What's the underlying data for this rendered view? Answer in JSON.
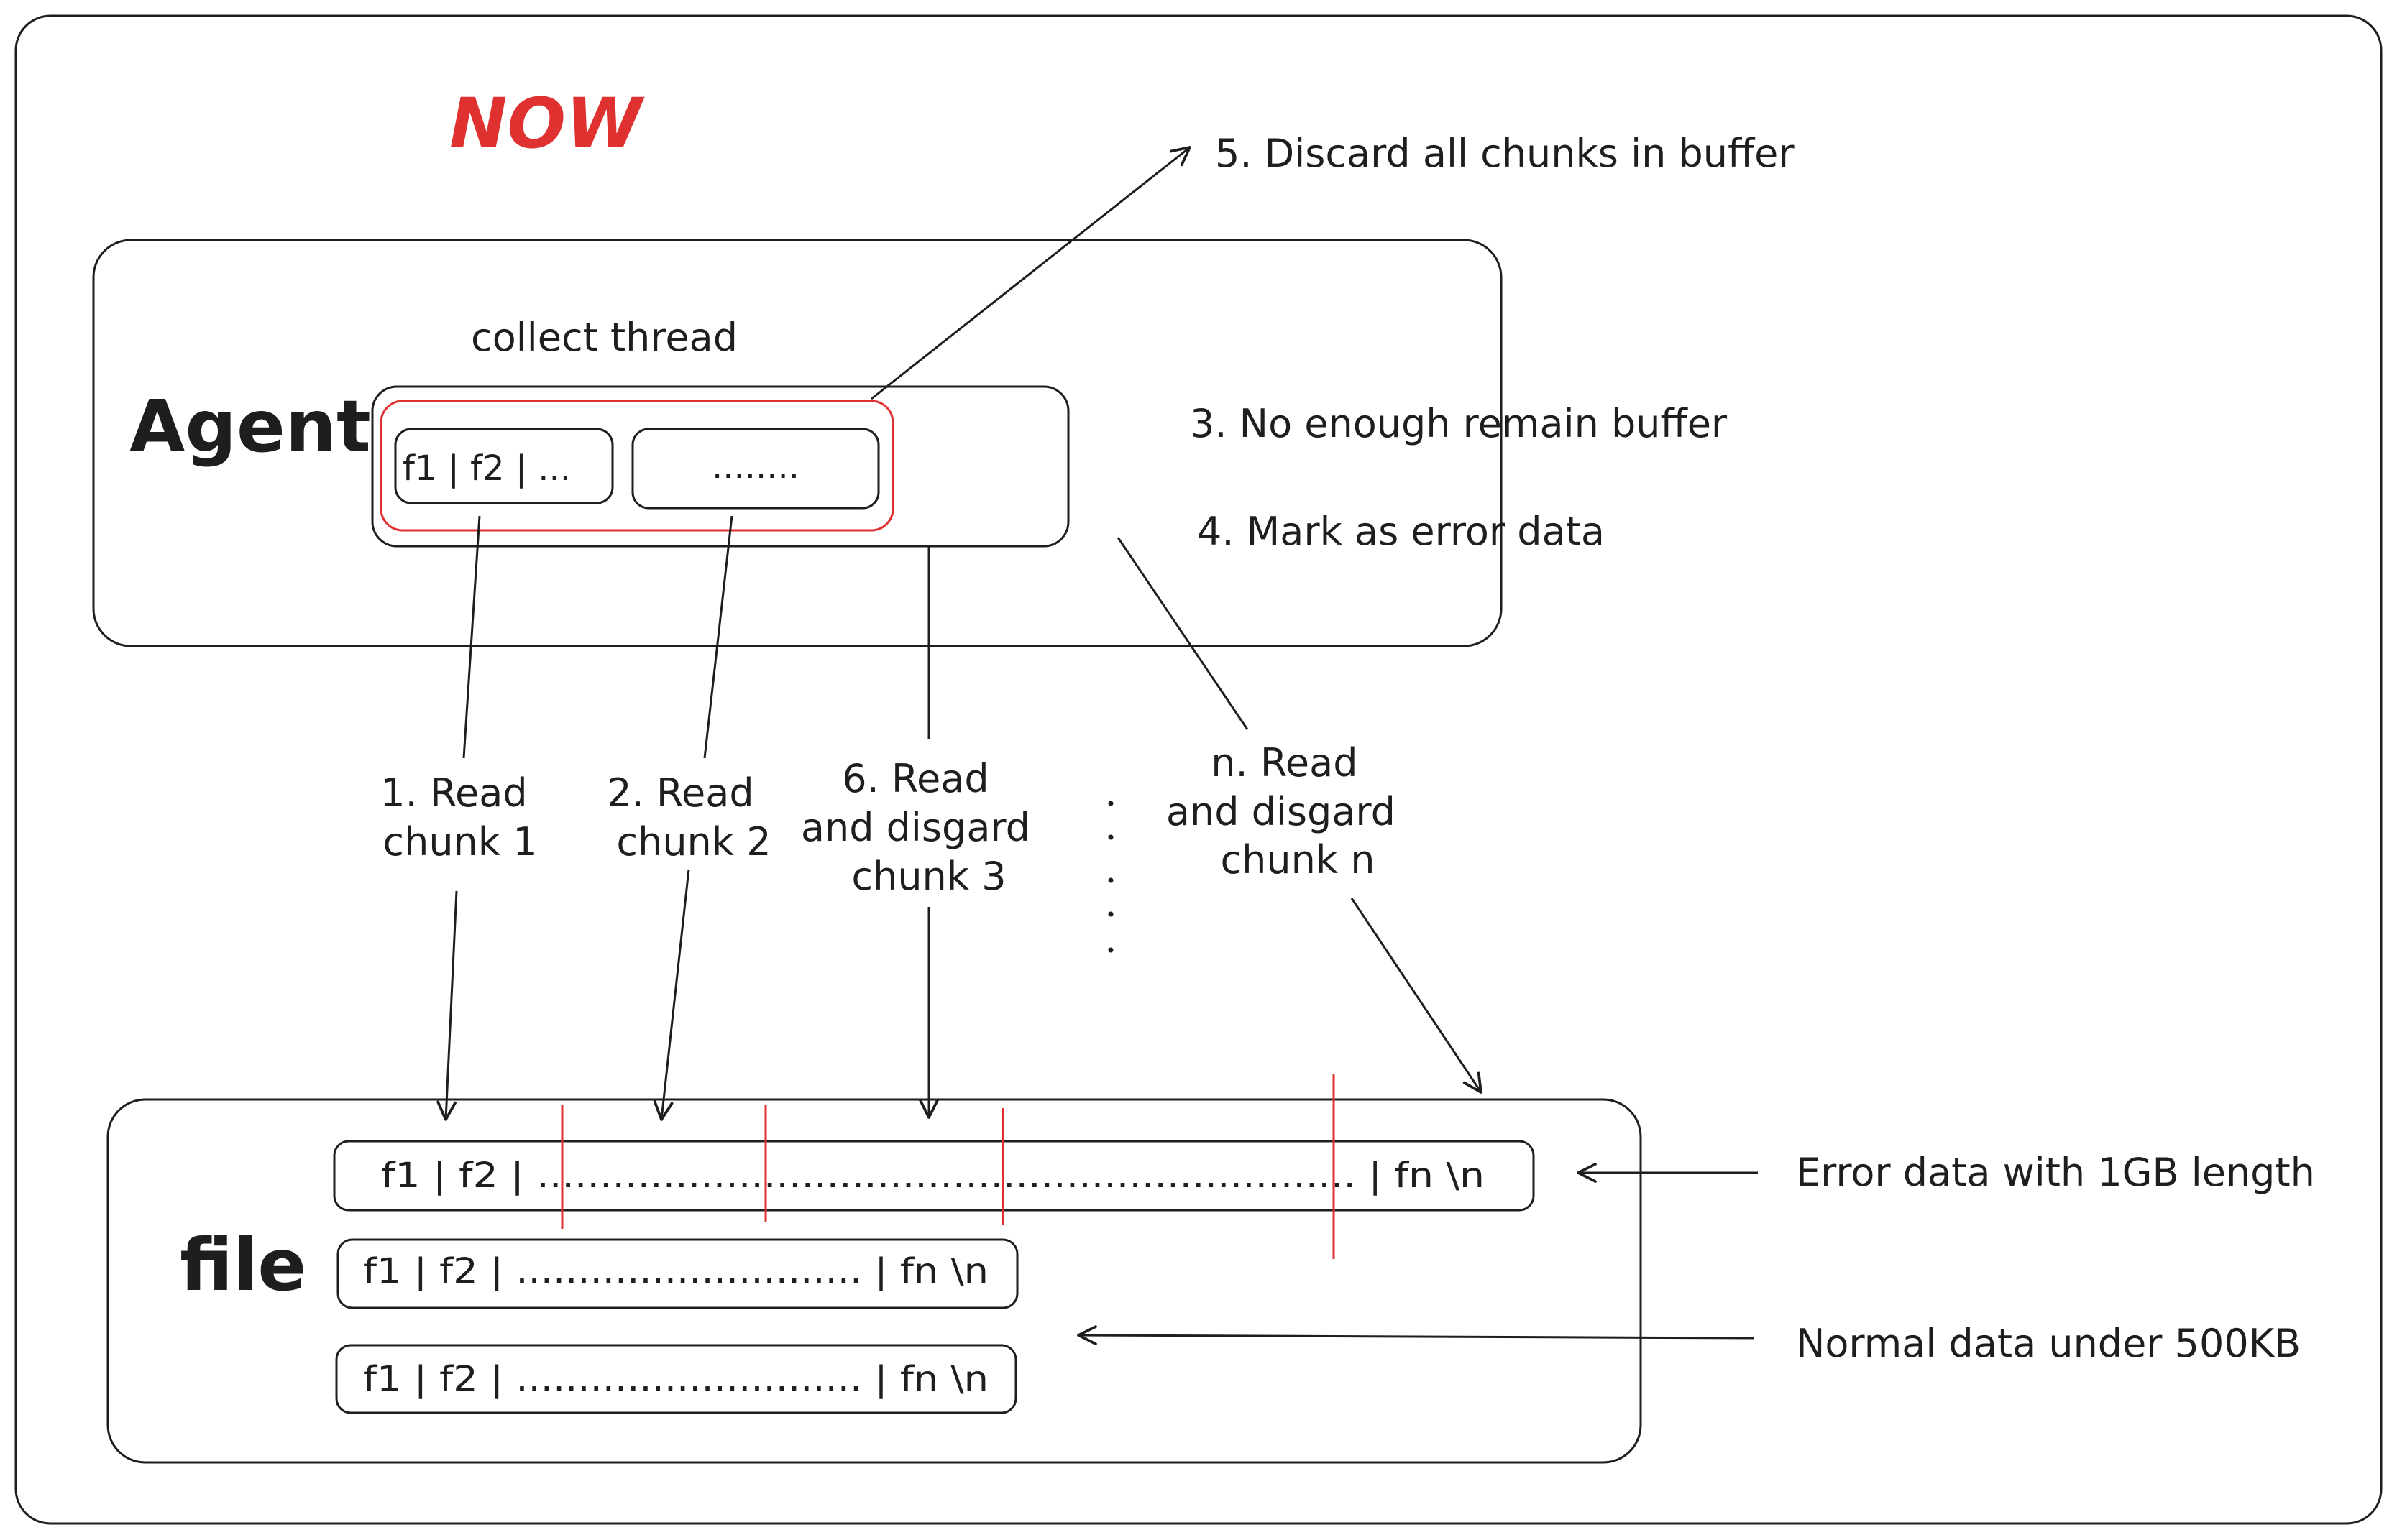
{
  "title": "NOW",
  "agent": {
    "label": "Agent",
    "thread_label": "collect thread",
    "buffer_chunks": [
      "f1 | f2 | ...",
      "........"
    ]
  },
  "file": {
    "label": "file",
    "rows": [
      "f1 | f2 | ................................................................. | fn \\n",
      "f1 | f2 | ............................ | fn \\n",
      "f1 | f2 | ............................ | fn \\n"
    ]
  },
  "steps": {
    "read1": [
      "1. Read",
      "chunk 1"
    ],
    "read2": [
      "2. Read",
      "chunk 2"
    ],
    "read6": [
      "6. Read",
      "and disgard",
      "chunk 3"
    ],
    "readn": [
      "n. Read",
      "and disgard",
      "chunk n"
    ],
    "no_buffer": "3. No enough remain buffer",
    "mark_error": "4. Mark as error data",
    "discard": "5. Discard all chunks in buffer"
  },
  "annotations": {
    "error_data": "Error data with 1GB length",
    "normal_data": "Normal data under 500KB"
  },
  "colors": {
    "ink": "#1e1e1e",
    "accent_red": "#e03131",
    "background": "#ffffff"
  }
}
